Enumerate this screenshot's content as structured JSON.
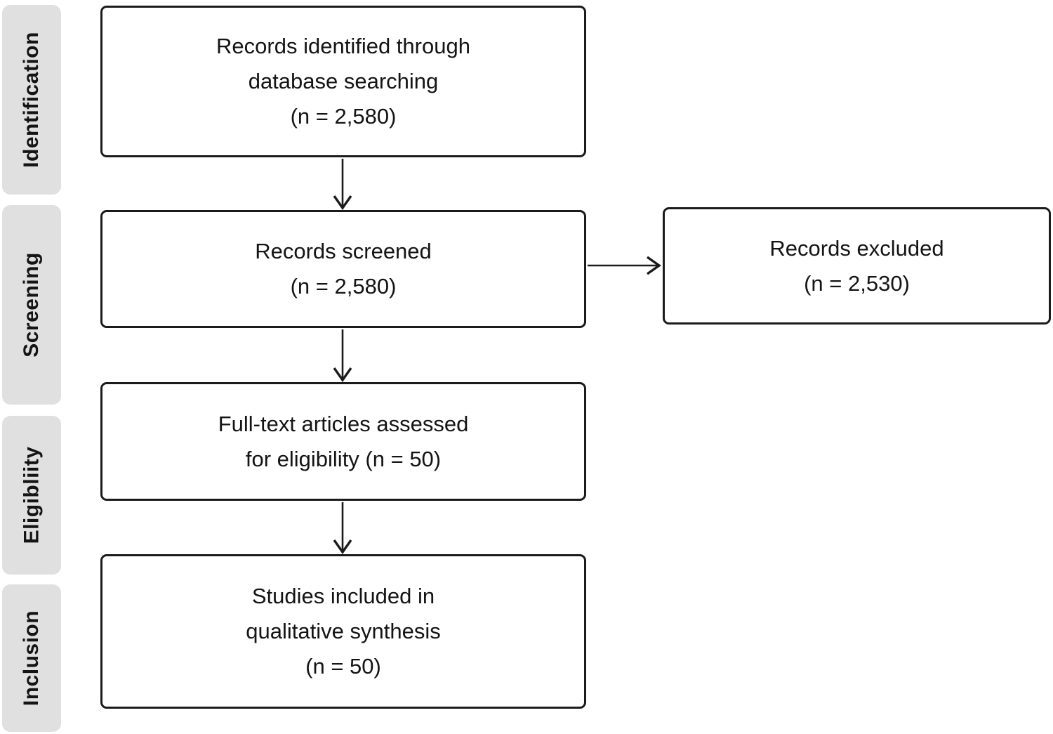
{
  "sidebar": {
    "items": [
      {
        "label": "Identification"
      },
      {
        "label": "Screening"
      },
      {
        "label": "Eligibliity"
      },
      {
        "label": "Inclusion"
      }
    ]
  },
  "boxes": {
    "identified": {
      "lines": [
        "Records identified through",
        "database searching",
        "(n = 2,580)"
      ]
    },
    "screened": {
      "lines": [
        "Records screened",
        "(n = 2,580)"
      ]
    },
    "excluded": {
      "lines": [
        "Records excluded",
        "(n = 2,530)"
      ]
    },
    "fulltext": {
      "lines": [
        "Full-text articles assessed",
        "for eligibility (n = 50)"
      ]
    },
    "included": {
      "lines": [
        "Studies included in",
        "qualitative synthesis",
        "(n = 50)"
      ]
    }
  },
  "colors": {
    "band_bg": "#e0e0e0",
    "box_border": "#1b1b1b",
    "arrow": "#1b1b1b",
    "text": "#141414",
    "background": "#ffffff"
  }
}
